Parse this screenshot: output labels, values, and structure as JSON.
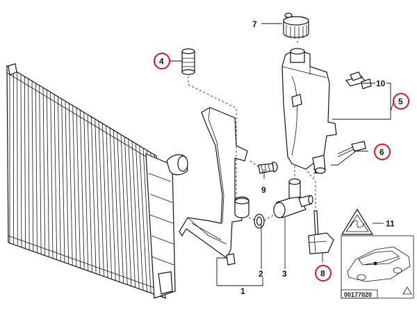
{
  "callouts": {
    "c1": "1",
    "c2": "2",
    "c3": "3",
    "c4": "4",
    "c5": "5",
    "c6": "6",
    "c7": "7",
    "c8": "8",
    "c9": "9",
    "c10": "10",
    "c11": "11"
  },
  "highlighted": [
    "4",
    "5",
    "6",
    "8"
  ],
  "highlight_color": "#d9141b",
  "diagram_code": "00177020"
}
